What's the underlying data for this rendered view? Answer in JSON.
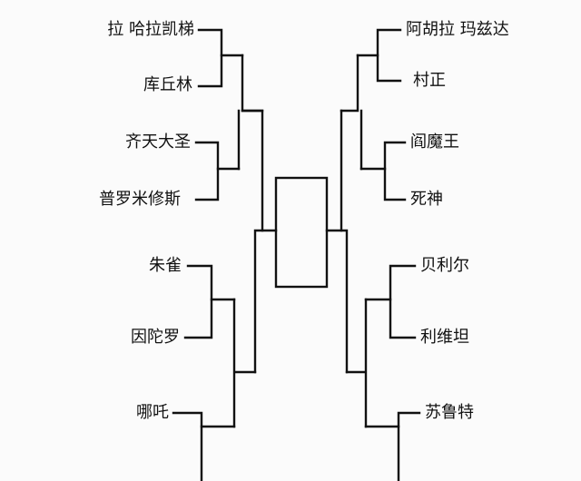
{
  "bracket": {
    "left_entrants": [
      {
        "name": "拉 哈拉凯梯"
      },
      {
        "name": "库丘林"
      },
      {
        "name": "齐天大圣"
      },
      {
        "name": "普罗米修斯"
      },
      {
        "name": "朱雀"
      },
      {
        "name": "因陀罗"
      },
      {
        "name": "哪吒"
      }
    ],
    "right_entrants": [
      {
        "name": "阿胡拉 玛兹达"
      },
      {
        "name": "村正"
      },
      {
        "name": "阎魔王"
      },
      {
        "name": "死神"
      },
      {
        "name": "贝利尔"
      },
      {
        "name": "利维坦"
      },
      {
        "name": "苏鲁特"
      }
    ],
    "line_color": "#111111",
    "text_color": "#111111"
  }
}
